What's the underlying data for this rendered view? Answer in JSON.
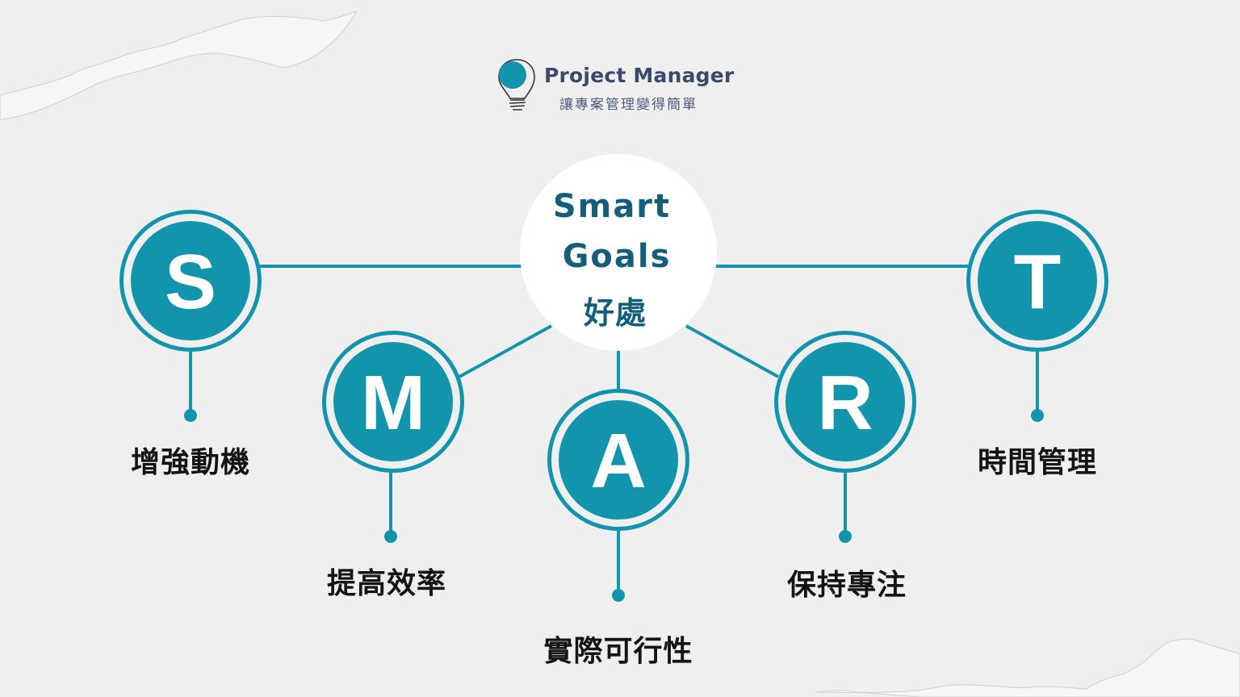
{
  "logo": {
    "icon": "lightbulb-icon",
    "title": "Project Manager",
    "subtitle": "讓專案管理變得簡單"
  },
  "center": {
    "line1": "Smart",
    "line2": "Goals",
    "line3": "好處"
  },
  "nodes": [
    {
      "letter": "S",
      "label": "增強動機"
    },
    {
      "letter": "M",
      "label": "提高效率"
    },
    {
      "letter": "A",
      "label": "實際可行性"
    },
    {
      "letter": "R",
      "label": "保持專注"
    },
    {
      "letter": "T",
      "label": "時間管理"
    }
  ],
  "colors": {
    "background": "#efefef",
    "accent_teal": "#1394ad",
    "title_navy": "#135f7a",
    "logo_text": "#3b4a6b",
    "label_text": "#141414"
  }
}
